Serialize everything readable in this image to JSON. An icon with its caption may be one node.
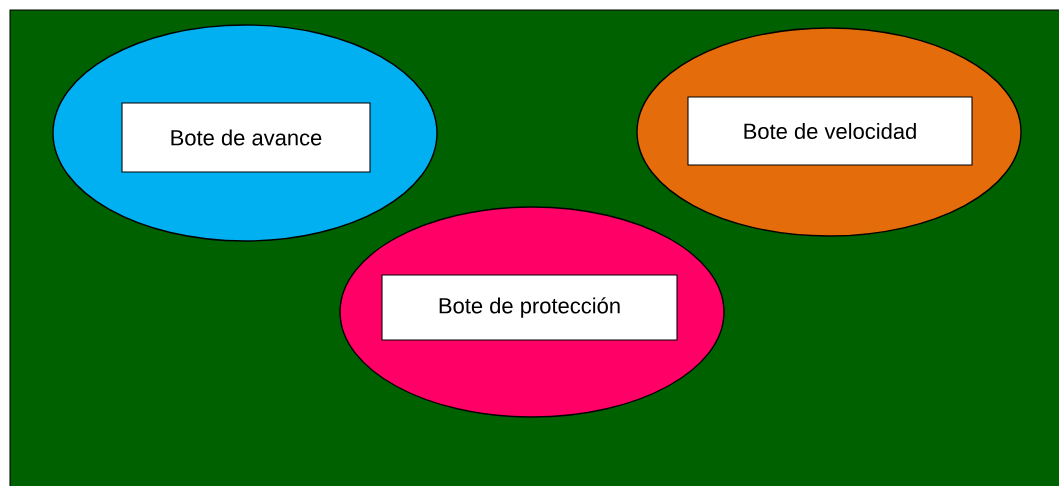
{
  "diagram": {
    "nodes": [
      {
        "text": [
          "Bote de avance"
        ]
      },
      {
        "text": [
          "Bote de velocidad"
        ]
      },
      {
        "text": [
          "Bote de protección"
        ]
      }
    ]
  }
}
